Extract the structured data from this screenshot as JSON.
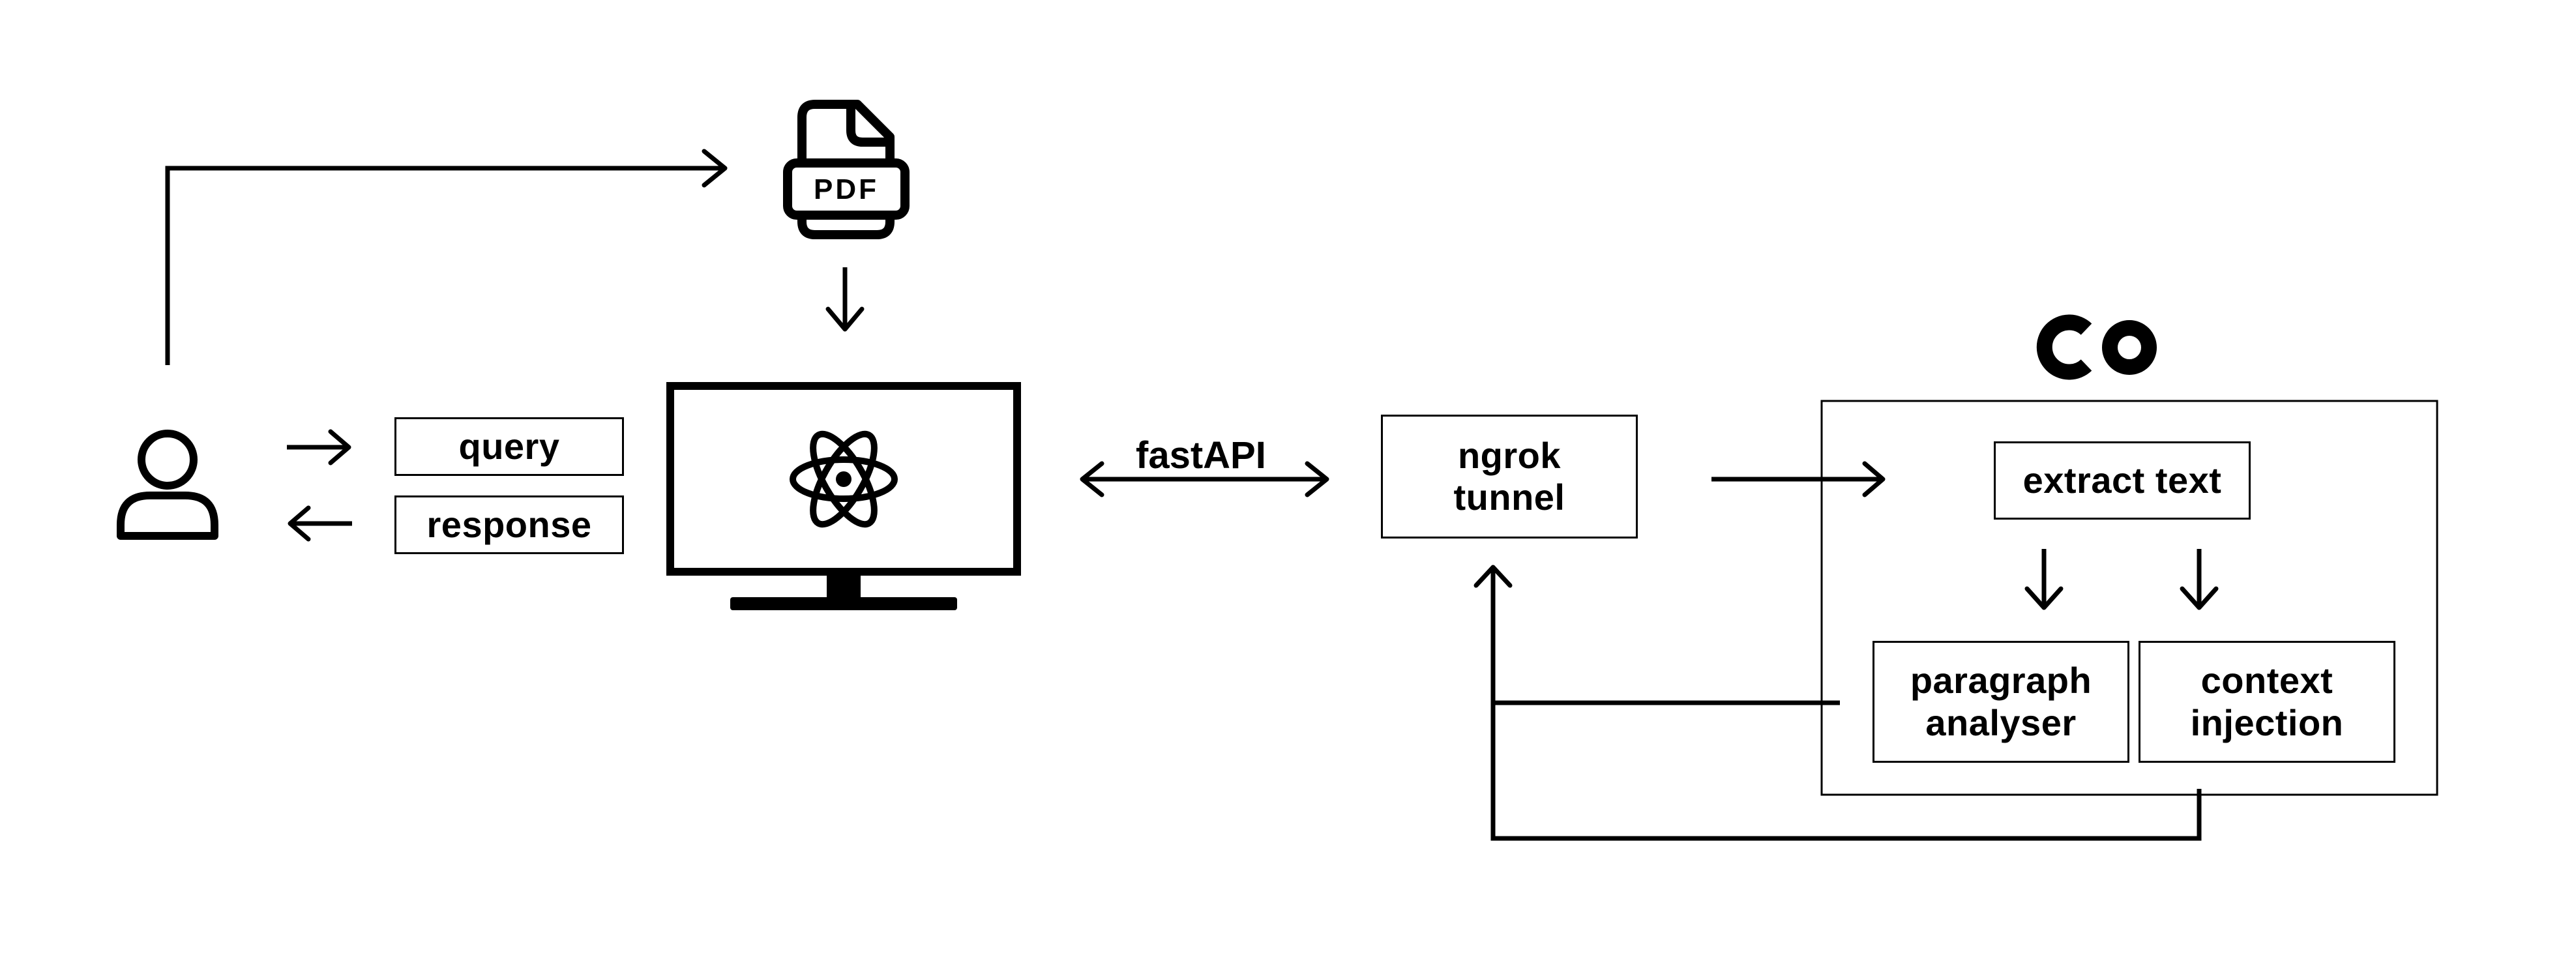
{
  "nodes": {
    "pdf_icon_text": "PDF",
    "query_label": "query",
    "response_label": "response",
    "fastapi_label": "fastAPI",
    "ngrok_line1": "ngrok",
    "ngrok_line2": "tunnel",
    "extract_text_label": "extract text",
    "paragraph_line1": "paragraph",
    "paragraph_line2": "analyser",
    "context_line1": "context",
    "context_line2": "injection"
  },
  "icons": {
    "user": "user-icon",
    "pdf": "pdf-file-icon",
    "monitor": "monitor-icon",
    "react": "react-logo-icon",
    "colab": "colab-logo-icon"
  },
  "colors": {
    "stroke": "#000000",
    "background": "#ffffff"
  }
}
